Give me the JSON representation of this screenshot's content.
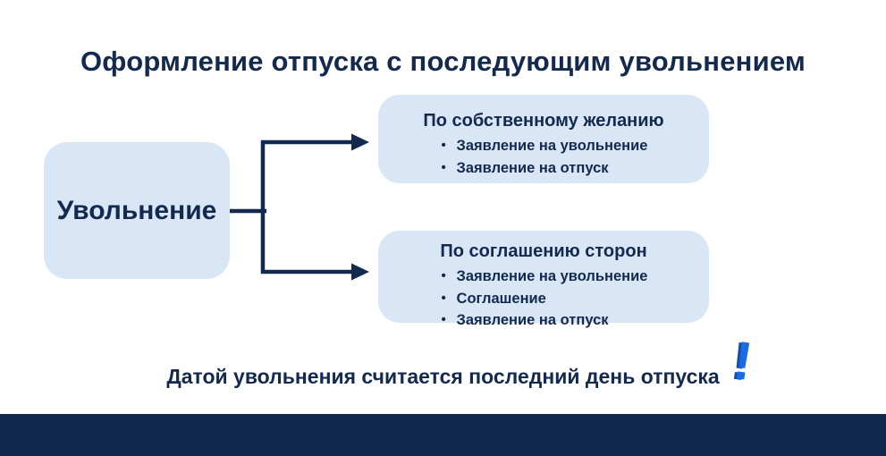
{
  "title": "Оформление отпуска с последующим увольнением",
  "root": {
    "label": "Увольнение"
  },
  "branches": [
    {
      "header": "По собственному желанию",
      "items": [
        "Заявление на увольнение",
        "Заявление на отпуск"
      ]
    },
    {
      "header": "По соглашению сторон",
      "items": [
        "Заявление на увольнение",
        "Соглашение",
        "Заявление на отпуск"
      ]
    }
  ],
  "note": {
    "text": "Датой увольнения считается последний день отпуска",
    "exclamation": "!"
  },
  "colors": {
    "navy_text": "#13294E",
    "box_fill": "#D9E6F6",
    "accent_blue": "#1B6CE2",
    "footer_bar": "#12294E",
    "background": "#FFFFFF"
  }
}
